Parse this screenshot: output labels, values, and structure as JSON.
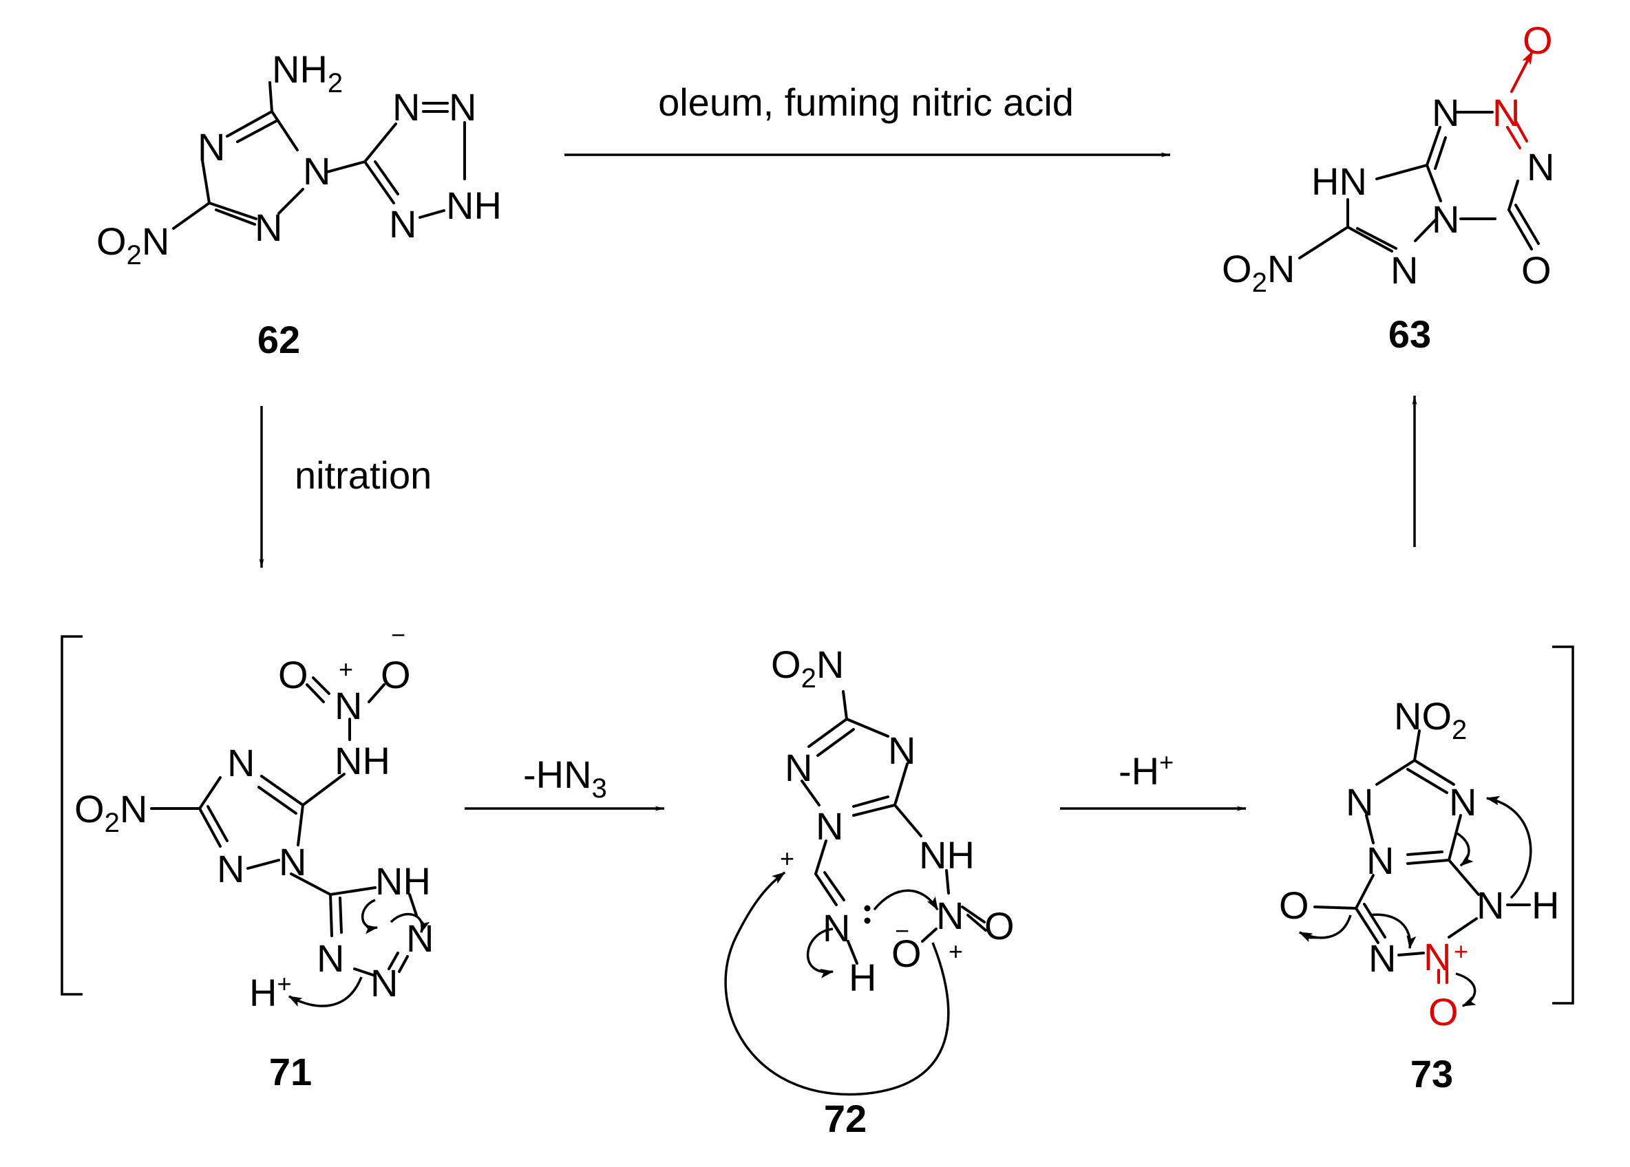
{
  "compounds": {
    "c62": {
      "label": "62"
    },
    "c63": {
      "label": "63"
    },
    "c71": {
      "label": "71"
    },
    "c72": {
      "label": "72"
    },
    "c73": {
      "label": "73"
    }
  },
  "conditions": {
    "top": "oleum,   fuming nitric acid",
    "left": "nitration",
    "mid_main": "-HN",
    "mid_sub": "3",
    "right_main": "-H",
    "right_sup": "+"
  },
  "atoms": {
    "N": "N",
    "NH": "NH",
    "HN": "HN",
    "H": "H",
    "O": "O",
    "NH2_main": "NH",
    "NH2_sub": "2",
    "O2N_main": "O",
    "O2N_sub": "2",
    "O2N_tail": "N",
    "NO2_main": "NO",
    "NO2_sub": "2",
    "plus": "+",
    "minus": "−"
  },
  "colors": {
    "ink": "#000000",
    "highlight": "#e00000"
  }
}
